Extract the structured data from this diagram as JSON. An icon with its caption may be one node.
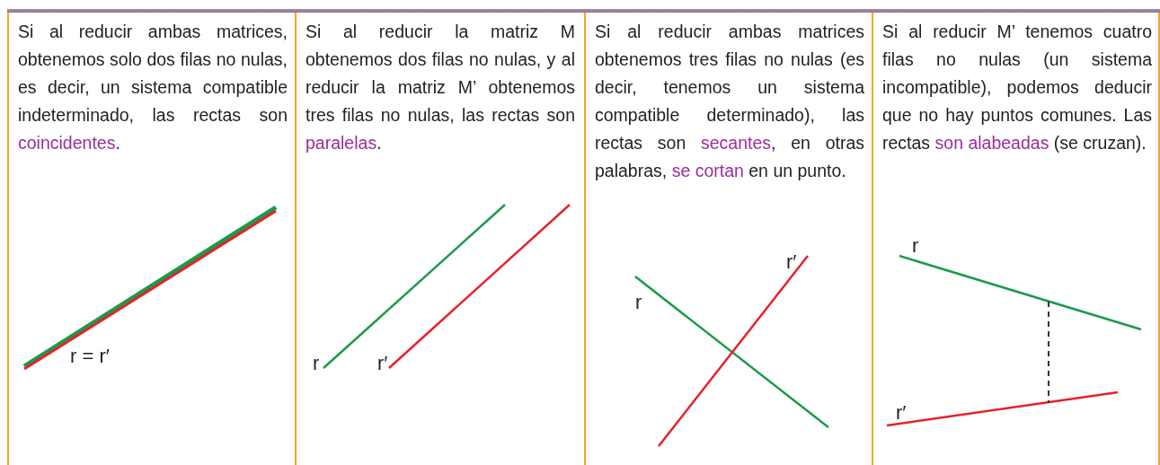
{
  "diagram": {
    "labels": [
      "Si al reducir ambas matrices, obtenemos solo dos filas no nulas, es decir, un sistema compatible indeterminado, las rectas son *coincidentes*.",
      "r = r′",
      "Si al reducir la matriz M obtenemos dos filas no nulas, y al reducir la matriz M’ obtenemos tres filas no nulas, las rectas son *paralelas*.",
      "r",
      "r′",
      "Si al reducir ambas matrices obtenemos tres filas no nulas (es decir, tenemos un sistema compatible determinado), las rectas son *secantes*, en otras palabras, *se cortan* en un punto.",
      "r′",
      "r",
      "Si al reducir M’ tenemos cuatro filas no nulas (un sistema incompatible), podemos deducir que no hay puntos comunes. Las rectas *son alabeadas* (se cruzan).",
      "r",
      "r′"
    ]
  }
}
